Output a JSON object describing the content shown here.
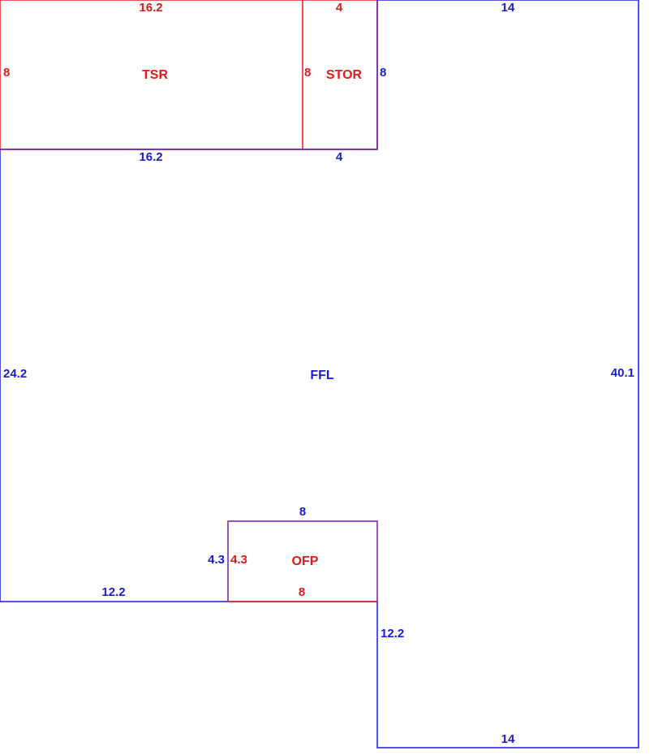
{
  "colors": {
    "main": "#1a1ad6",
    "secondary": "#e01a1a"
  },
  "areas": {
    "tsr": {
      "name": "TSR",
      "top": "16.2",
      "left": "8",
      "right": "8"
    },
    "stor": {
      "name": "STOR",
      "top": "4",
      "right": "8"
    },
    "ffl": {
      "name": "FFL",
      "top": "14",
      "right": "40.1",
      "bottom": "14",
      "left": "24.2",
      "tsr_edge": "16.2",
      "stor_edge": "4",
      "lower_left_bottom": "12.2",
      "notch_top": "8",
      "notch_left": "4.3",
      "lower_right_left": "12.2"
    },
    "ofp": {
      "name": "OFP",
      "left": "4.3",
      "bottom": "8"
    }
  }
}
